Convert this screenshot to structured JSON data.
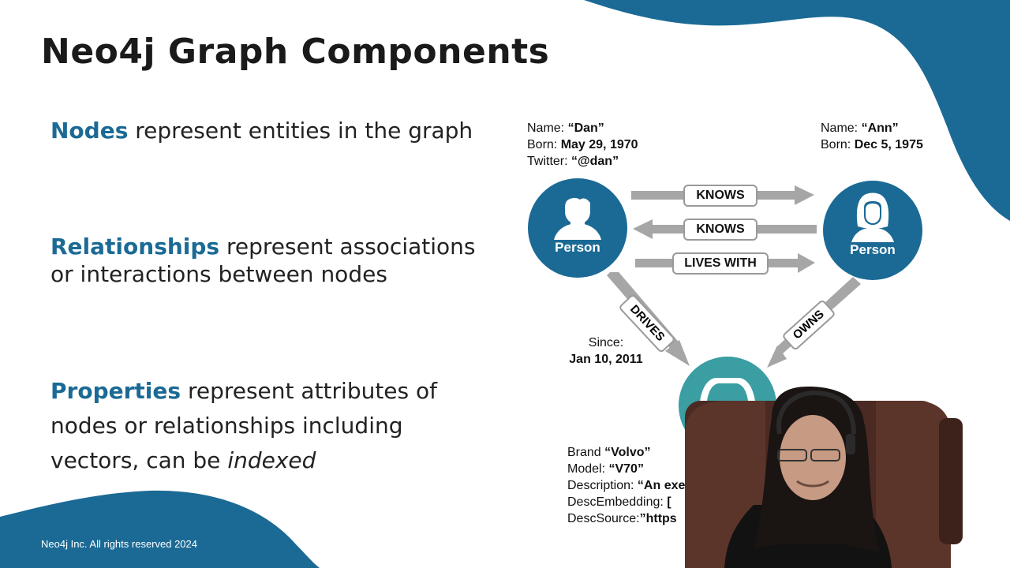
{
  "slide": {
    "title": "Neo4j Graph Components",
    "footer": "Neo4j Inc. All rights reserved 2024",
    "accent_color": "#1b6a95",
    "points": [
      {
        "keyword": "Nodes",
        "rest": " represent entities in the graph"
      },
      {
        "keyword": "Relationships",
        "rest": " represent associations or interactions between nodes"
      },
      {
        "keyword": "Properties",
        "rest_a": " represent attributes of nodes or relationships including vectors, can be ",
        "rest_em": "indexed"
      }
    ]
  },
  "graph": {
    "dan": {
      "name_label": "Name: ",
      "name": "“Dan”",
      "born_label": "Born: ",
      "born": "May 29, 1970",
      "twitter_label": "Twitter: ",
      "twitter": "“@dan”",
      "node_label": "Person",
      "icon": "person-male-icon"
    },
    "ann": {
      "name_label": "Name: ",
      "name": "“Ann”",
      "born_label": "Born: ",
      "born": "Dec 5, 1975",
      "node_label": "Person",
      "icon": "person-female-icon"
    },
    "relationships": {
      "knows_1": "KNOWS",
      "knows_2": "KNOWS",
      "lives_with": "LIVES WITH",
      "drives": "DRIVES",
      "owns": "OWNS"
    },
    "drives_since_label": "Since:",
    "drives_since": "Jan 10, 2011",
    "car": {
      "icon": "car-icon",
      "brand_label": "Brand ",
      "brand": "“Volvo”",
      "model_label": "Model: ",
      "model": "“V70”",
      "description_label": "Description: ",
      "description": "“An executive c",
      "embedding_label": "DescEmbedding: ",
      "embedding": "[",
      "source_label": "DescSource:",
      "source": "”https"
    }
  },
  "webcam": {
    "subject": "presenter-webcam-overlay"
  }
}
